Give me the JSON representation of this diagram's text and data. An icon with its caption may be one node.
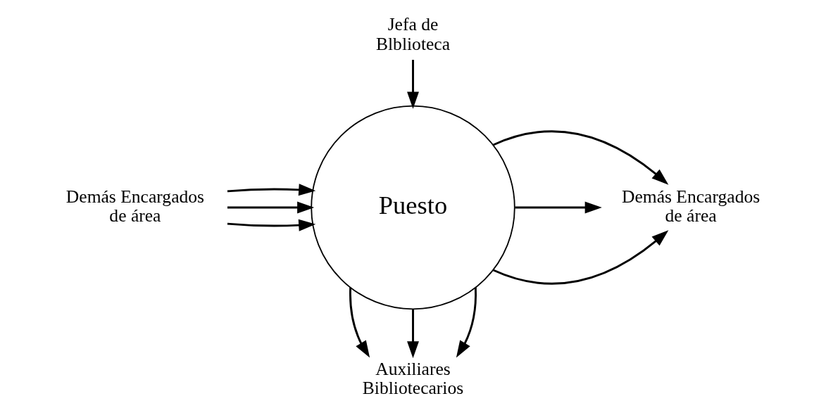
{
  "diagram": {
    "nodes": [
      {
        "text": [
          "Jefa de Blblioteca"
        ]
      },
      {
        "text": [
          "Demás Encargados de área"
        ]
      },
      {
        "text": [
          "Puesto"
        ]
      },
      {
        "text": [
          "Demás Encargados de área"
        ]
      },
      {
        "text": [
          "Auxiliares Bibliotecarios"
        ]
      }
    ],
    "edges": [
      {
        "from": 0,
        "to": 2,
        "arrow": "to"
      },
      {
        "from": 1,
        "to": 2,
        "arrow": "to"
      },
      {
        "from": 1,
        "to": 2,
        "arrow": "to"
      },
      {
        "from": 1,
        "to": 2,
        "arrow": "to"
      },
      {
        "from": 2,
        "to": 3,
        "arrow": "to"
      },
      {
        "from": 2,
        "to": 3,
        "arrow": "to"
      },
      {
        "from": 2,
        "to": 3,
        "arrow": "to"
      },
      {
        "from": 2,
        "to": 4,
        "arrow": "to"
      },
      {
        "from": 2,
        "to": 4,
        "arrow": "to"
      },
      {
        "from": 2,
        "to": 4,
        "arrow": "to"
      }
    ]
  }
}
